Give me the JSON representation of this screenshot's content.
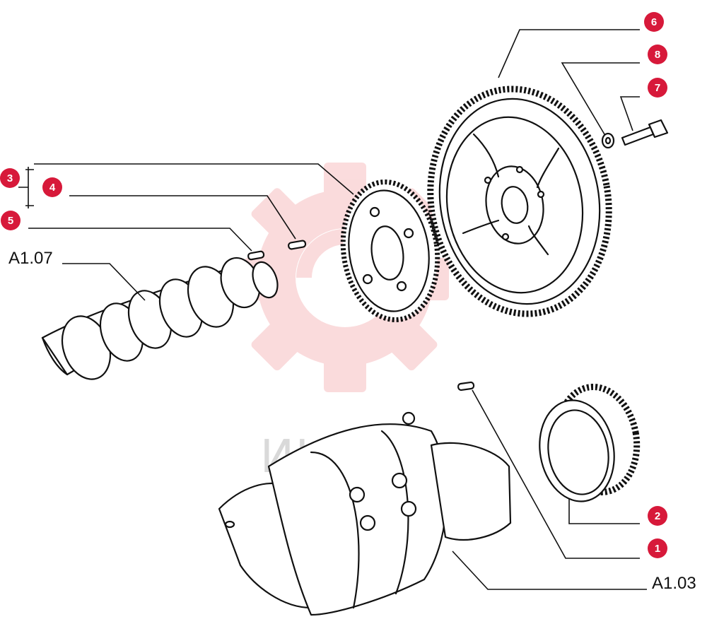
{
  "callouts": [
    "1",
    "2",
    "3",
    "4",
    "5",
    "6",
    "7",
    "8"
  ],
  "references": {
    "camshaft": "A1.07",
    "crankshaft": "A1.03"
  },
  "watermark": {
    "text": "ИНТЕХ",
    "color": "#e6262e"
  },
  "accent_color": "#d7193a"
}
